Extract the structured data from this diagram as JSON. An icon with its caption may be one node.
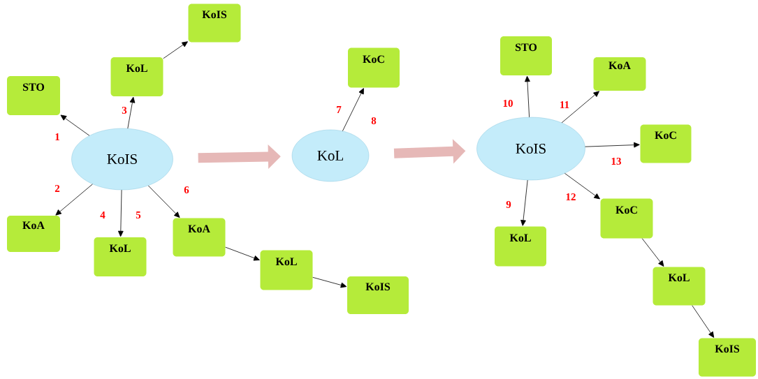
{
  "diagram": {
    "nodes": [
      {
        "text": [
          "KoIS"
        ]
      },
      {
        "text": [
          "STO"
        ]
      },
      {
        "text": [
          "KoL"
        ]
      },
      {
        "text": [
          "KoIS"
        ]
      },
      {
        "text": [
          "KoA"
        ]
      },
      {
        "text": [
          "KoL"
        ]
      },
      {
        "text": [
          "KoA"
        ]
      },
      {
        "text": [
          "KoL"
        ]
      },
      {
        "text": [
          "KoIS"
        ]
      },
      {
        "text": [
          "KoL"
        ]
      },
      {
        "text": [
          "KoC"
        ]
      },
      {
        "text": [
          "KoIS"
        ]
      },
      {
        "text": [
          "STO"
        ]
      },
      {
        "text": [
          "KoA"
        ]
      },
      {
        "text": [
          "KoC"
        ]
      },
      {
        "text": [
          "KoL"
        ]
      },
      {
        "text": [
          "KoC"
        ]
      },
      {
        "text": [
          "KoL"
        ]
      },
      {
        "text": [
          "KoIS"
        ]
      }
    ],
    "edges": [
      {
        "from": 0,
        "to": 1,
        "arrow": "to"
      },
      {
        "from": 0,
        "to": 2,
        "arrow": "to"
      },
      {
        "from": 2,
        "to": 3,
        "arrow": "to"
      },
      {
        "from": 0,
        "to": 4,
        "arrow": "to"
      },
      {
        "from": 0,
        "to": 5,
        "arrow": "to"
      },
      {
        "from": 0,
        "to": 6,
        "arrow": "to"
      },
      {
        "from": 6,
        "to": 7,
        "arrow": "to"
      },
      {
        "from": 7,
        "to": 8,
        "arrow": "to"
      },
      {
        "from": 9,
        "to": 10,
        "arrow": "to"
      },
      {
        "from": 11,
        "to": 12,
        "arrow": "to"
      },
      {
        "from": 11,
        "to": 13,
        "arrow": "to"
      },
      {
        "from": 11,
        "to": 14,
        "arrow": "to"
      },
      {
        "from": 11,
        "to": 15,
        "arrow": "to"
      },
      {
        "from": 11,
        "to": 16,
        "arrow": "to"
      },
      {
        "from": 16,
        "to": 17,
        "arrow": "to"
      },
      {
        "from": 17,
        "to": 18,
        "arrow": "to"
      },
      {
        "from": 0,
        "to": 9,
        "arrow": "to",
        "style": "thick",
        "color": "#e6b8b7"
      },
      {
        "from": 9,
        "to": 11,
        "arrow": "to",
        "style": "thick",
        "color": "#e6b8b7"
      }
    ],
    "labels": [
      "1",
      "2",
      "3",
      "4",
      "5",
      "6",
      "7",
      "8",
      "9",
      "10",
      "11",
      "12",
      "13"
    ]
  }
}
